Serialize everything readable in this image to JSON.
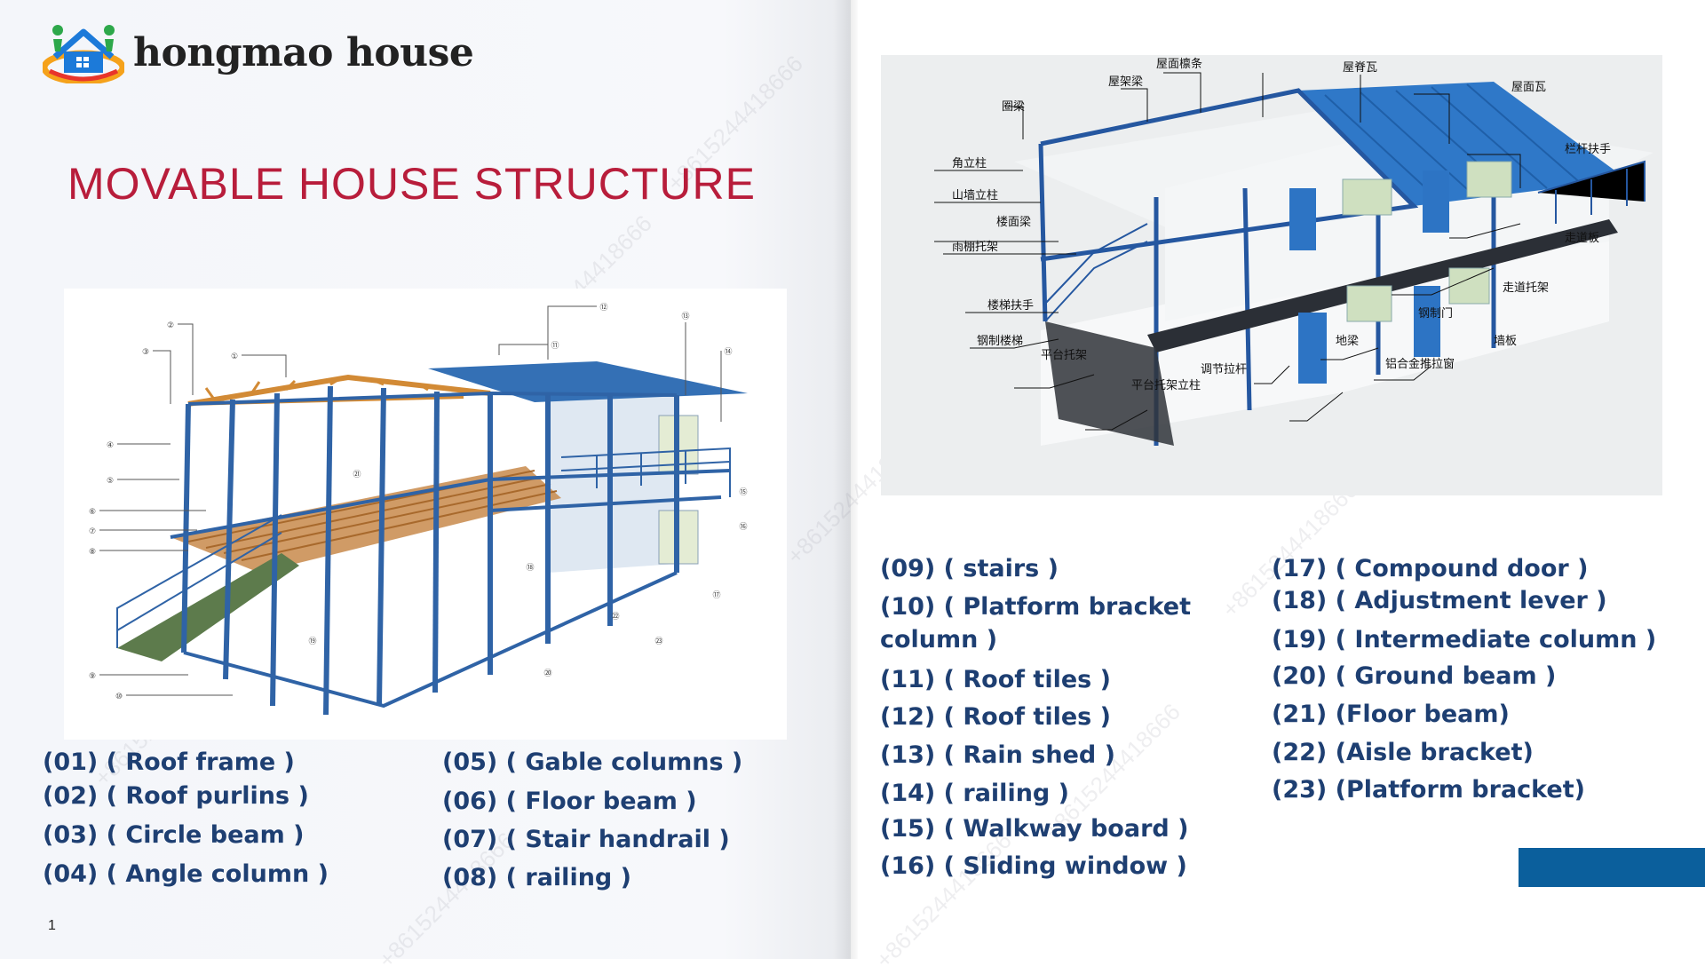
{
  "logo": {
    "name": "hongmao house"
  },
  "title": "MOVABLE  HOUSE STRUCTURE",
  "page_number": "1",
  "watermark": "+8615244418666",
  "accent_color": "#0b5f9c",
  "title_color": "#b81d3b",
  "legend_color": "#1e3f72",
  "left_legend": [
    "(01)  ( Roof frame )",
    "(02)  ( Roof purlins )",
    "(03)  ( Circle beam )",
    "(04)  ( Angle column )",
    "(05)  ( Gable columns )",
    "(06)  ( Floor beam )",
    "(07)  ( Stair handrail )",
    "(08)   ( railing )"
  ],
  "right_legend": [
    "(09)  ( stairs )",
    "(10)  ( Platform     bracket",
    "column )",
    "(11)  ( Roof tiles )",
    "(12)   ( Roof tiles )",
    "(13)   ( Rain shed )",
    "(14)  ( railing )",
    "(15)  ( Walkway board )",
    "(16)  ( Sliding window )",
    "(17)  ( Compound door )",
    "(18)  ( Adjustment lever )",
    "(19)  ( Intermediate column )",
    "(20)  ( Ground beam )",
    "(21)  (Floor beam)",
    "(22)  (Aisle bracket)",
    "(23)  (Platform bracket)"
  ],
  "diagram_left_numbers": [
    "①",
    "②",
    "③",
    "④",
    "⑤",
    "⑥",
    "⑦",
    "⑧",
    "⑨",
    "⑩",
    "⑪",
    "⑫",
    "⑬",
    "⑭",
    "⑮",
    "⑯",
    "⑰",
    "⑱",
    "⑲",
    "⑳",
    "㉑",
    "㉒",
    "㉓"
  ],
  "diagram_right_labels": [
    "屋面檩条",
    "屋脊瓦",
    "屋架梁",
    "屋面瓦",
    "圈梁",
    "栏杆扶手",
    "角立柱",
    "山墙立柱",
    "楼面梁",
    "走道板",
    "雨棚托架",
    "走道托架",
    "楼梯扶手",
    "钢制门",
    "钢制楼梯",
    "墙板",
    "地梁",
    "平台托架",
    "调节拉杆",
    "铝合金推拉窗",
    "平台托架立柱"
  ]
}
